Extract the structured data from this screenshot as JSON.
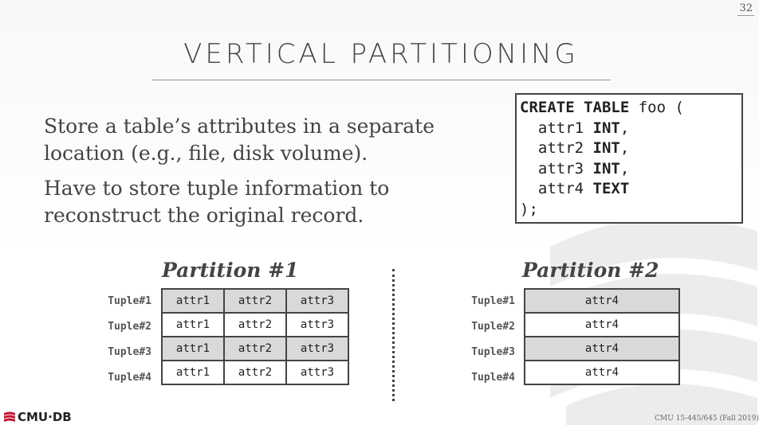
{
  "slide_number": "32",
  "title": "VERTICAL PARTITIONING",
  "bullets": [
    "Store a table’s attributes in a separate location (e.g., file, disk volume).",
    "Have to store tuple information to reconstruct the original record."
  ],
  "code": {
    "line1_kw": "CREATE TABLE",
    "line1_rest": " foo (",
    "line2_name": "  attr1 ",
    "line2_type": "INT",
    "line2_end": ",",
    "line3_name": "  attr2 ",
    "line3_type": "INT",
    "line3_end": ",",
    "line4_name": "  attr3 ",
    "line4_type": "INT",
    "line4_end": ",",
    "line5_name": "  attr4 ",
    "line5_type": "TEXT",
    "line6": ");"
  },
  "partition1": {
    "title": "Partition #1",
    "rows": [
      {
        "label": "Tuple#1",
        "cells": [
          "attr1",
          "attr2",
          "attr3"
        ]
      },
      {
        "label": "Tuple#2",
        "cells": [
          "attr1",
          "attr2",
          "attr3"
        ]
      },
      {
        "label": "Tuple#3",
        "cells": [
          "attr1",
          "attr2",
          "attr3"
        ]
      },
      {
        "label": "Tuple#4",
        "cells": [
          "attr1",
          "attr2",
          "attr3"
        ]
      }
    ]
  },
  "partition2": {
    "title": "Partition #2",
    "rows": [
      {
        "label": "Tuple#1",
        "cells": [
          "attr4"
        ]
      },
      {
        "label": "Tuple#2",
        "cells": [
          "attr4"
        ]
      },
      {
        "label": "Tuple#3",
        "cells": [
          "attr4"
        ]
      },
      {
        "label": "Tuple#4",
        "cells": [
          "attr4"
        ]
      }
    ]
  },
  "logo_text": "CMU·DB",
  "footer": "CMU 15-445/645 (Fall 2019)",
  "colors": {
    "shade": "#d9d9d9",
    "border": "#444444",
    "accent": "#c41230"
  }
}
